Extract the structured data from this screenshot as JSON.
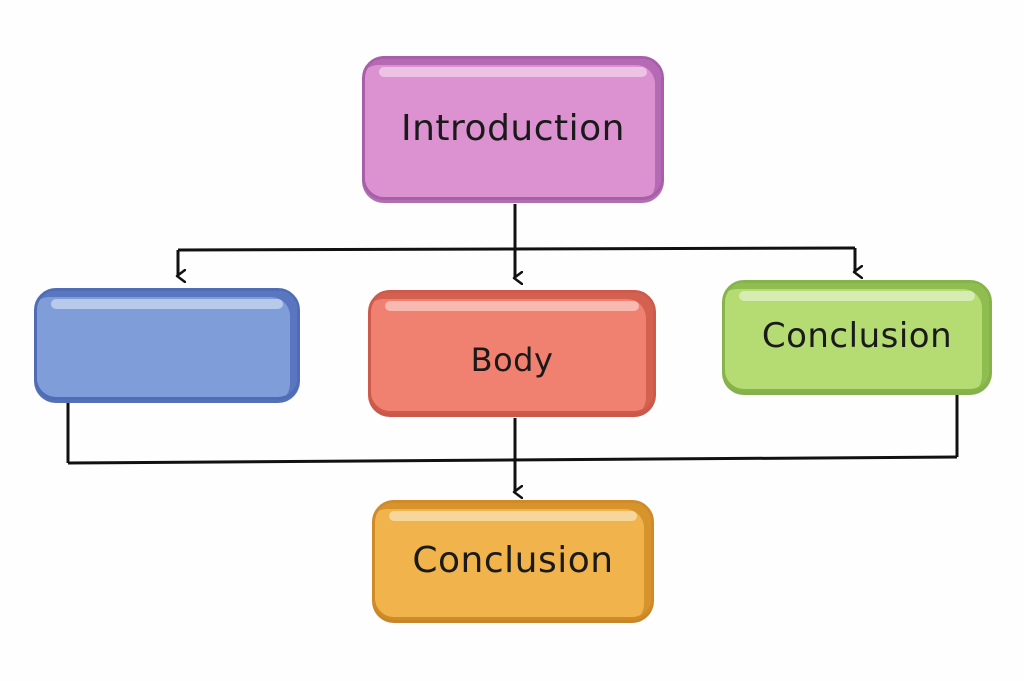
{
  "diagram": {
    "intro": {
      "label": "Introduction"
    },
    "left": {
      "label": ""
    },
    "body": {
      "label": "Body"
    },
    "right": {
      "label": "Conclusion"
    },
    "bottom": {
      "label": "Conclusion"
    }
  },
  "colors": {
    "intro": "#dc92d0",
    "left": "#7f9ed9",
    "body": "#f0806f",
    "right": "#b5dc73",
    "bottom": "#f1b44c",
    "line": "#111111"
  }
}
